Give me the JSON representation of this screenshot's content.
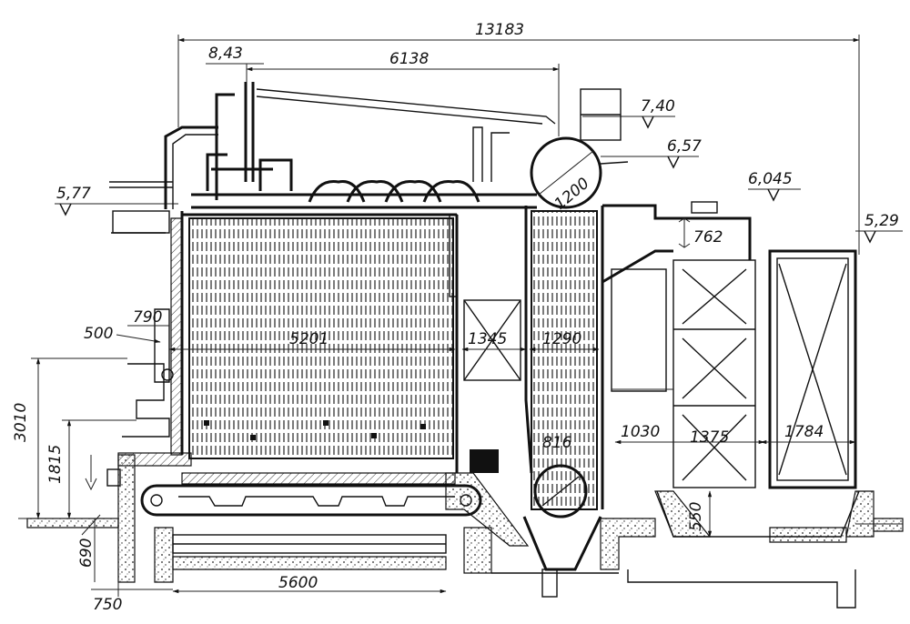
{
  "diagram": {
    "dimensions": {
      "overall_length": "13183",
      "top_offset": "8,43",
      "drum_span": "6138",
      "elev_7_40": "7,40",
      "elev_6_57": "6,57",
      "elev_6_045": "6,045",
      "elev_5_77": "5,77",
      "elev_5_29": "5,29",
      "drum_diameter": "1200",
      "nozzle_height": "762",
      "left_offset_790": "790",
      "left_offset_500": "500",
      "furnace_width": "5201",
      "gap_1345": "1345",
      "riser_1290": "1290",
      "height_3010": "3010",
      "height_1815": "1815",
      "lower_drum": "816",
      "width_1030": "1030",
      "economizer_1375": "1375",
      "airheater_1784": "1784",
      "pit_550": "550",
      "depth_690": "690",
      "base_750": "750",
      "grate_5600": "5600"
    }
  }
}
